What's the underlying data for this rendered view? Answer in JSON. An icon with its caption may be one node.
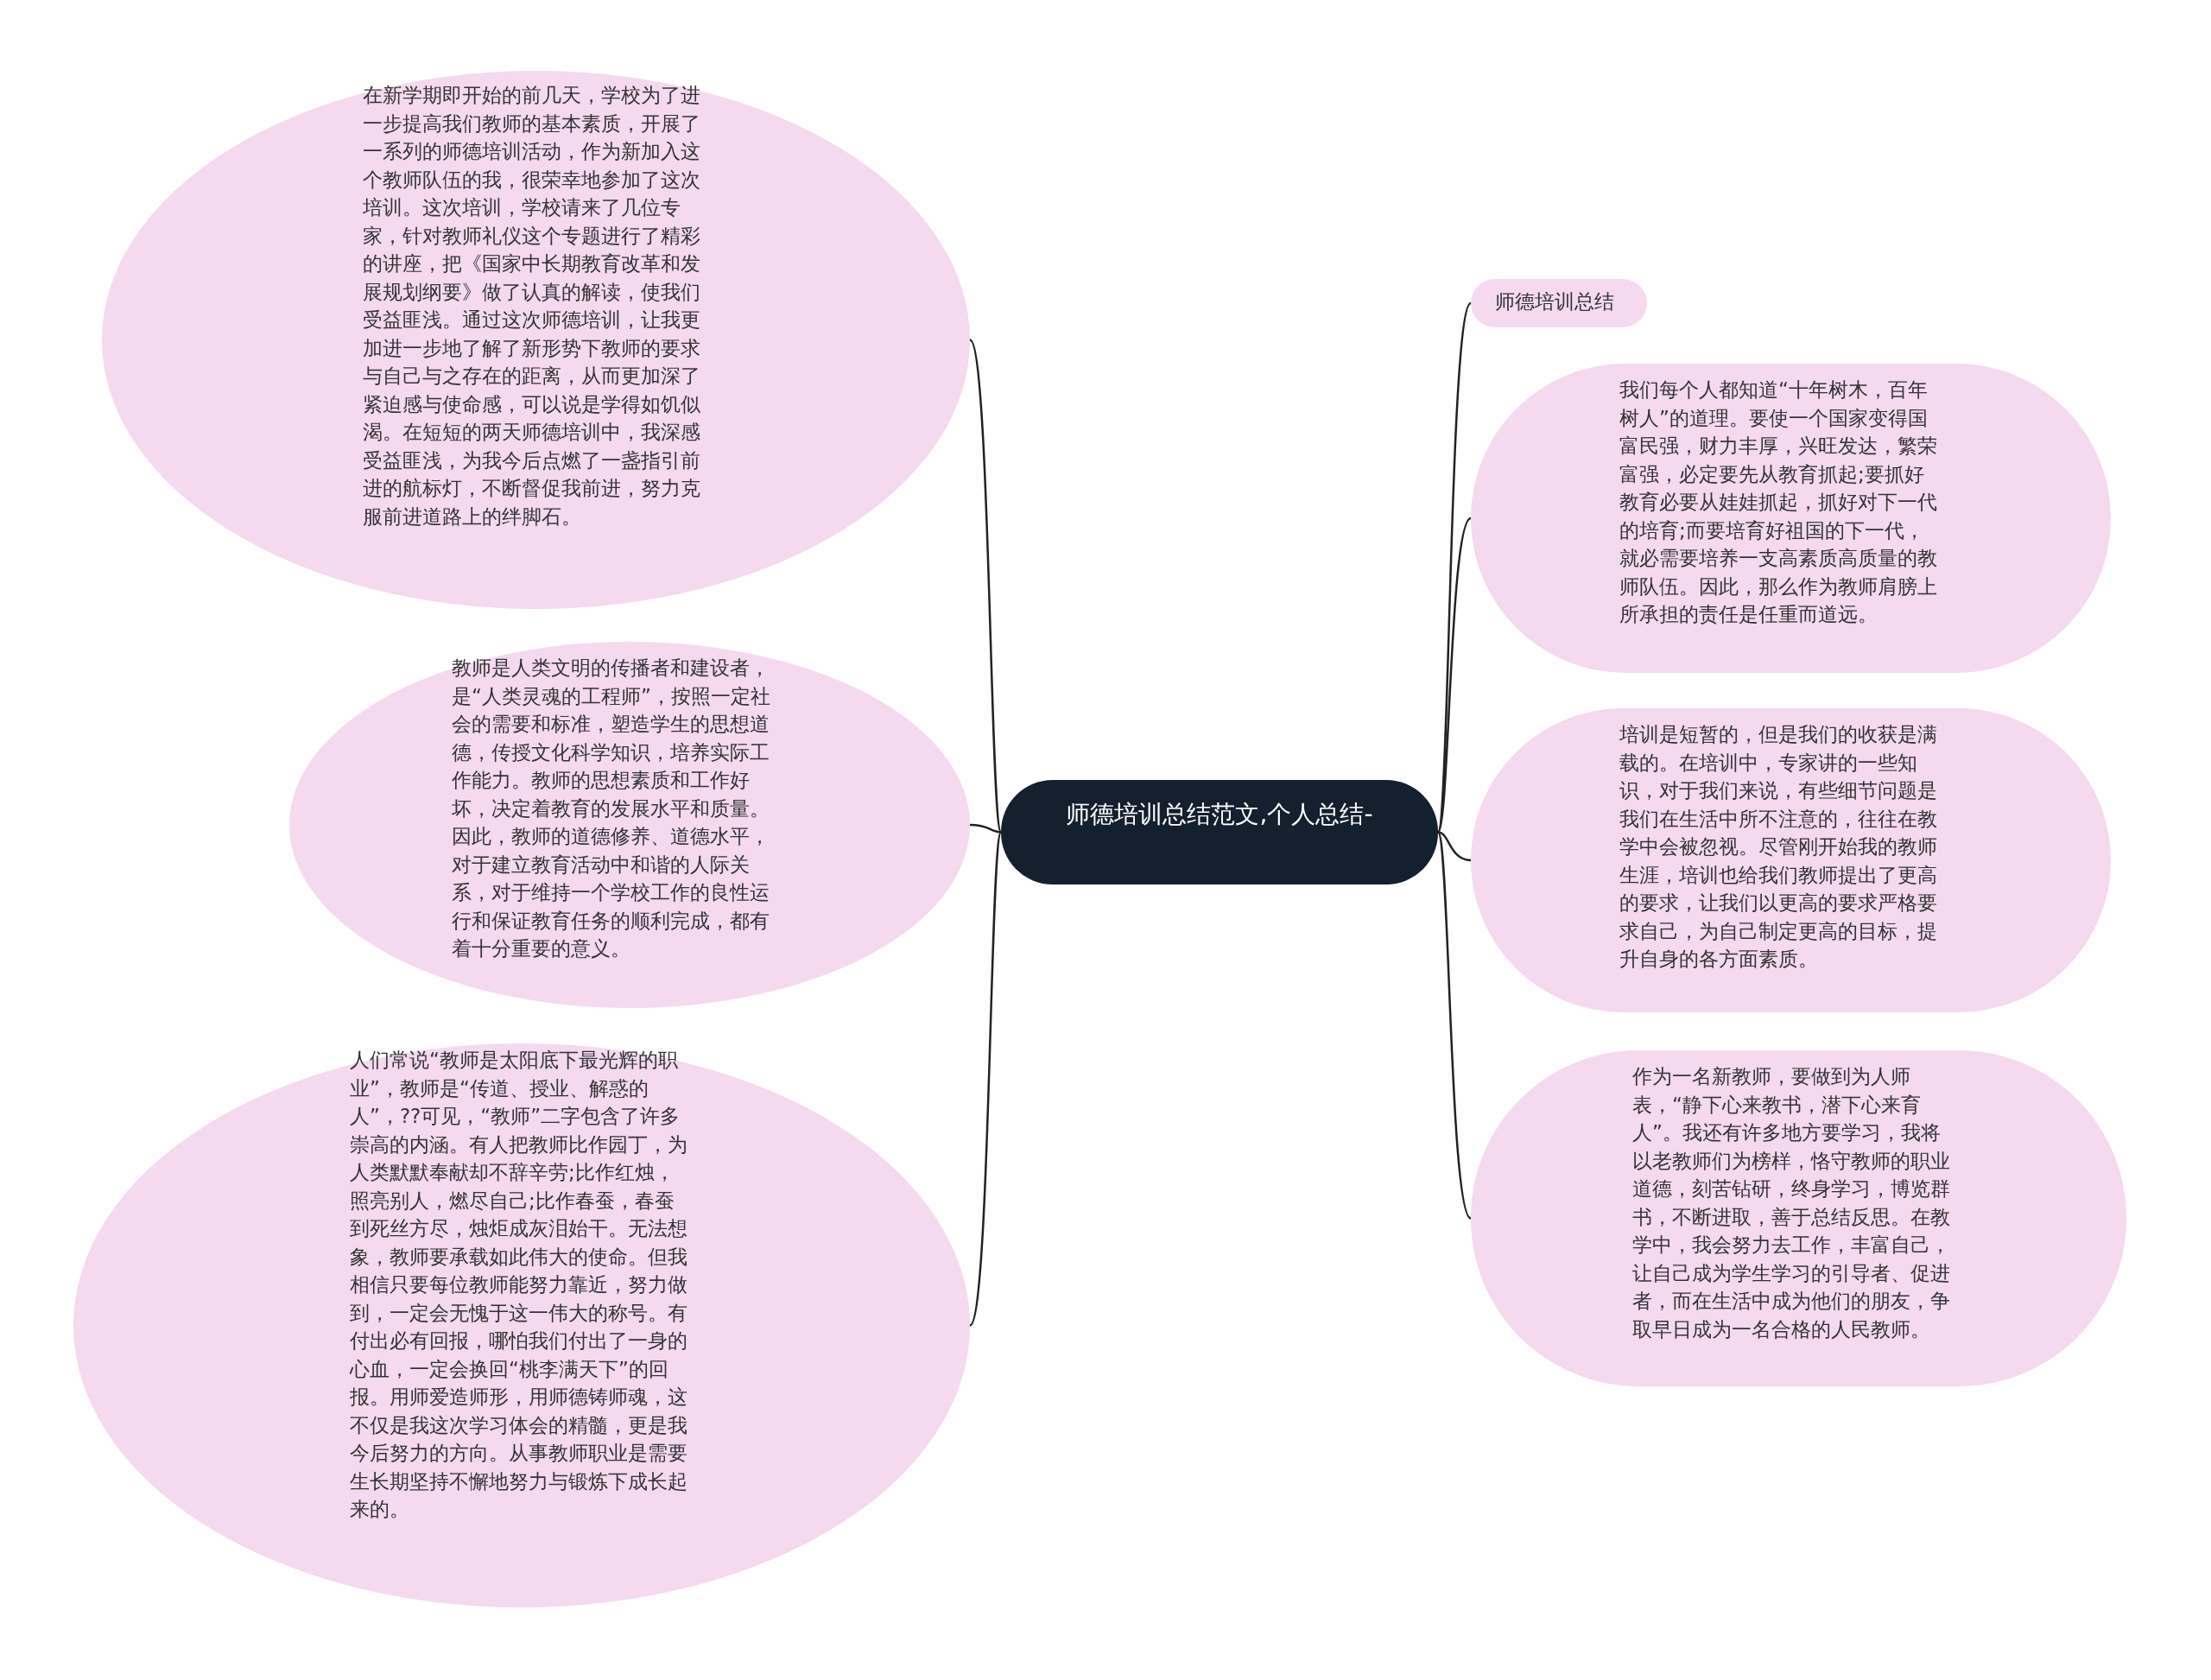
{
  "diagram": {
    "nodes": [
      {
        "text": [
          "师德培训总结范文,个人总结-"
        ]
      },
      {
        "text": [
          "在新学期即开始的前几天，学校为了进一步提高我们教师的基本素质，开展了一系列的师德培训活动，作为新加入这个教师队伍的我，很荣幸地参加了这次培训。这次培训，学校请来了几位专家，针对教师礼仪这个专题进行了精彩的讲座，把《国家中长期教育改革和发展规划纲要》做了认真的解读，使我们受益匪浅。通过这次师德培训，让我更加进一步地了解了新形势下教师的要求与自己与之存在的距离，从而更加深了紧迫感与使命感，可以说是学得如饥似渴。在短短的两天师德培训中，我深感受益匪浅，为我今后点燃了一盏指引前进的航标灯，不断督促我前进，努力克服前进道路上的绊脚石。"
        ]
      },
      {
        "text": [
          "教师是人类文明的传播者和建设者，是“人类灵魂的工程师”，按照一定社会的需要和标准，塑造学生的思想道德，传授文化科学知识，培养实际工作能力。教师的思想素质和工作好坏，决定着教育的发展水平和质量。因此，教师的道德修养、道德水平，对于建立教育活动中和谐的人际关系，对于维持一个学校工作的良性运行和保证教育任务的顺利完成，都有着十分重要的意义。"
        ]
      },
      {
        "text": [
          "人们常说“教师是太阳底下最光辉的职业”，教师是“传道、授业、解惑的人”，??可见，“教师”二字包含了许多崇高的内涵。有人把教师比作园丁，为人类默默奉献却不辞辛劳;比作红烛，照亮别人，燃尽自己;比作春蚕，春蚕到死丝方尽，烛炬成灰泪始干。无法想象，教师要承载如此伟大的使命。但我相信只要每位教师能努力靠近，努力做到，一定会无愧于这一伟大的称号。有付出必有回报，哪怕我们付出了一身的心血，一定会换回“桃李满天下”的回报。用师爱造师形，用师德铸师魂，这不仅是我这次学习体会的精髓，更是我今后努力的方向。从事教师职业是需要生长期坚持不懈地努力与锻炼下成长起来的。"
        ]
      },
      {
        "text": [
          "师德培训总结"
        ]
      },
      {
        "text": [
          "我们每个人都知道“十年树木，百年树人”的道理。要使一个国家变得国富民强，财力丰厚，兴旺发达，繁荣富强，必定要先从教育抓起;要抓好教育必要从娃娃抓起，抓好对下一代的培育;而要培育好祖国的下一代，就必需要培养一支高素质高质量的教师队伍。因此，那么作为教师肩膀上所承担的责任是任重而道远。"
        ]
      },
      {
        "text": [
          "培训是短暂的，但是我们的收获是满载的。在培训中，专家讲的一些知识，对于我们来说，有些细节问题是我们在生活中所不注意的，往往在教学中会被忽视。尽管刚开始我的教师生涯，培训也给我们教师提出了更高的要求，让我们以更高的要求严格要求自己，为自己制定更高的目标，提升自身的各方面素质。"
        ]
      },
      {
        "text": [
          "作为一名新教师，要做到为人师表，“静下心来教书，潜下心来育人”。我还有许多地方要学习，我将以老教师们为榜样，恪守教师的职业道德，刻苦钻研，终身学习，博览群书，不断进取，善于总结反思。在教学中，我会努力去工作，丰富自己，让自己成为学生学习的引导者、促进者，而在生活中成为他们的朋友，争取早日成为一名合格的人民教师。"
        ]
      }
    ],
    "edges": [
      {
        "from": 0,
        "to": 1,
        "arrow": "none"
      },
      {
        "from": 0,
        "to": 2,
        "arrow": "none"
      },
      {
        "from": 0,
        "to": 3,
        "arrow": "none"
      },
      {
        "from": 0,
        "to": 4,
        "arrow": "none"
      },
      {
        "from": 0,
        "to": 5,
        "arrow": "none"
      },
      {
        "from": 0,
        "to": 6,
        "arrow": "none"
      },
      {
        "from": 0,
        "to": 7,
        "arrow": "none"
      }
    ]
  }
}
